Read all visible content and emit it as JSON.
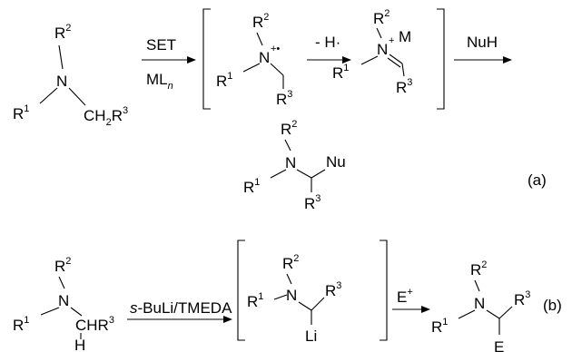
{
  "scheme_a": {
    "label": "(a)",
    "arrow1": {
      "top": "SET",
      "bottom_main": "ML",
      "bottom_sub": "n"
    },
    "arrow2": {
      "top": "- H·"
    },
    "arrow3": {
      "top": "NuH"
    },
    "amine": {
      "N": "N",
      "R1": "R",
      "R1_sup": "1",
      "R2": "R",
      "R2_sup": "2",
      "CH2R3_main": "CH",
      "CH2R3_sub": "2",
      "CH2R3_R": "R",
      "CH2R3_sup": "3"
    },
    "radical_cation": {
      "N": "N",
      "charge": "+•",
      "R1": "R",
      "R1_sup": "1",
      "R2": "R",
      "R2_sup": "2",
      "R3": "R",
      "R3_sup": "3"
    },
    "iminium": {
      "N": "N",
      "charge": "+",
      "M": "M",
      "R1": "R",
      "R1_sup": "1",
      "R2": "R",
      "R2_sup": "2",
      "R3": "R",
      "R3_sup": "3"
    },
    "product": {
      "N": "N",
      "Nu": "Nu",
      "R1": "R",
      "R1_sup": "1",
      "R2": "R",
      "R2_sup": "2",
      "R3": "R",
      "R3_sup": "3"
    }
  },
  "scheme_b": {
    "label": "(b)",
    "arrow1": {
      "top_italic": "s",
      "top_rest": "-BuLi/TMEDA"
    },
    "arrow2": {
      "top": "E",
      "top_sup": "+"
    },
    "amine": {
      "N": "N",
      "R1": "R",
      "R1_sup": "1",
      "R2": "R",
      "R2_sup": "2",
      "CHR3_main": "CHR",
      "CHR3_sup": "3",
      "H": "H"
    },
    "lithio": {
      "N": "N",
      "Li": "Li",
      "R1": "R",
      "R1_sup": "1",
      "R2": "R",
      "R2_sup": "2",
      "R3": "R",
      "R3_sup": "3"
    },
    "product": {
      "N": "N",
      "E": "E",
      "R1": "R",
      "R1_sup": "1",
      "R2": "R",
      "R2_sup": "2",
      "R3": "R",
      "R3_sup": "3"
    }
  }
}
